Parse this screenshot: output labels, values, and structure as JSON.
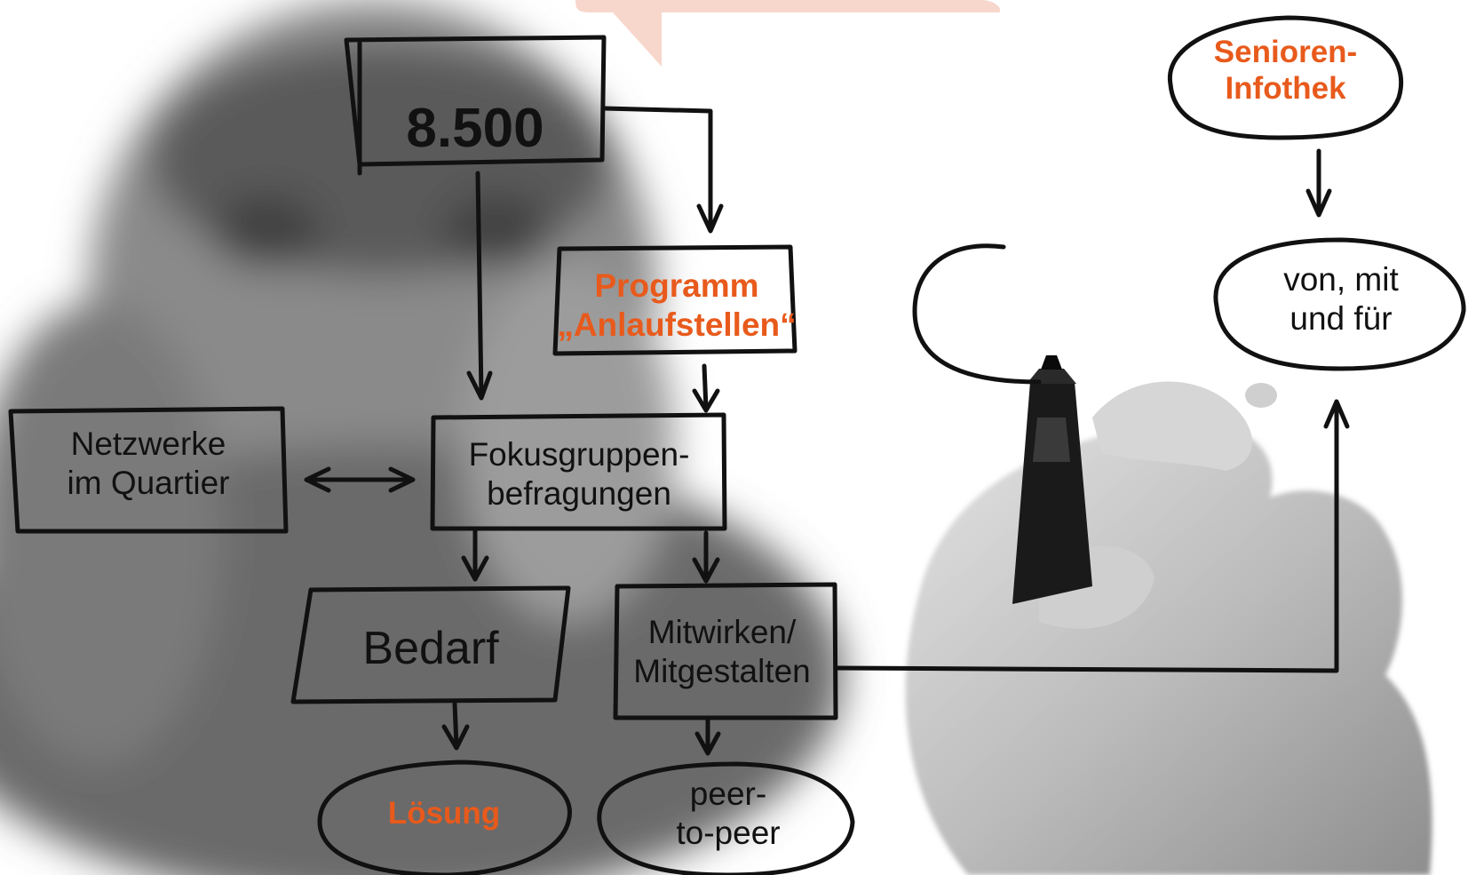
{
  "nodes": {
    "count": "8.500",
    "program": {
      "line1": "Programm",
      "line2": "„Anlaufstellen“"
    },
    "networks": {
      "line1": "Netzwerke",
      "line2": "im Quartier"
    },
    "focus": {
      "line1": "Fokusgruppen-",
      "line2": "befragungen"
    },
    "need": "Bedarf",
    "participate": {
      "line1": "Mitwirken/",
      "line2": "Mitgestalten"
    },
    "solution": "Lösung",
    "peer": {
      "line1": "peer-",
      "line2": "to-peer"
    },
    "infothek": {
      "line1": "Senioren-",
      "line2": "Infothek"
    },
    "vonmit": {
      "line1": "von, mit",
      "line2": "und für"
    }
  },
  "colors": {
    "accent": "#e85a1c",
    "ink": "#111111",
    "callout": "#f7d7cc"
  }
}
